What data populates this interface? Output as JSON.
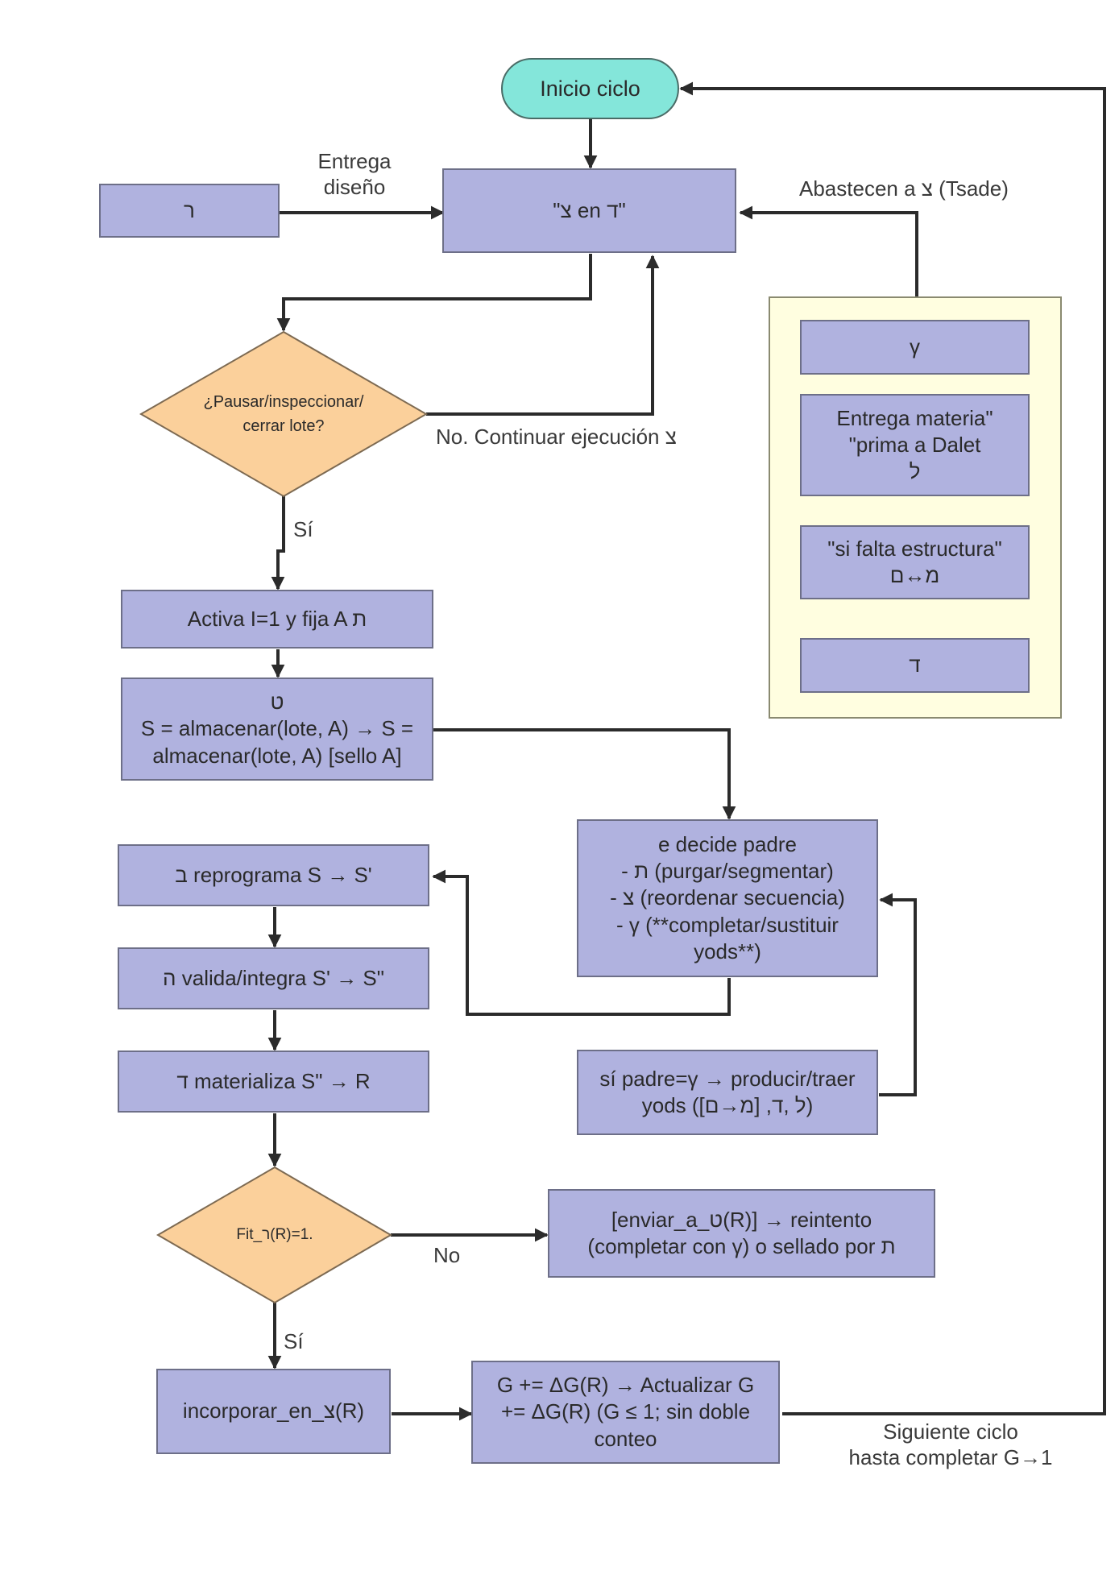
{
  "nodes": {
    "start": "Inicio ciclo",
    "resh": "ר",
    "tsade_in_dalet": "\"צ en ד\"",
    "decision_pause": "¿Pausar/inspeccionar/\ncerrar lote?",
    "activate": "Activa I=1 y fija A ת",
    "store": "ט\nS = almacenar(lote, A) → S =\nalmacenar(lote, A) [sello A]",
    "reprogram": "ב reprograma S → S'",
    "validate": "ה valida/integra S' → S\"",
    "materialize": "ד materializa S\" → R",
    "fit_check": "Fit_ר(R)=1.",
    "incorporate": "incorporar_en_צ(R)",
    "update_g": "G += ΔG(R) → Actualizar G\n+= ΔG(R) (G ≤ 1; sin doble\nconteo",
    "father_decides": "e decide padre\n- ת (purgar/segmentar)\n- צ (reordenar secuencia)\n- γ (**completar/sustituir\nyods**)",
    "father_gamma": "sí padre=γ → producir/traer\nyods ([מ→ם] ,ל ,ד)",
    "send_retry": "[enviar_a_ט(R)]  → reintento\n(completar con γ) o sellado por ת",
    "panel_gamma": "γ",
    "panel_prima": "Entrega materia\"\n\"prima a Dalet\nל",
    "panel_struct": "\"si falta estructura\"\nמ↔ם",
    "panel_dalet": "ד"
  },
  "labels": {
    "entrega_diseno": "Entrega\ndiseño",
    "abastecen": "Abastecen a צ (Tsade)",
    "no_continuar": "No. Continuar ejecución צ",
    "si_1": "Sí",
    "no_fit": "No",
    "si_2": "Sí",
    "siguiente": "Siguiente ciclo\nhasta completar G→1"
  },
  "colors": {
    "box_fill": "#b0b2df",
    "start_fill": "#84e6da",
    "decision_fill": "#fbd09b",
    "panel_fill": "#fffee0",
    "arrow": "#2b2b2b"
  }
}
